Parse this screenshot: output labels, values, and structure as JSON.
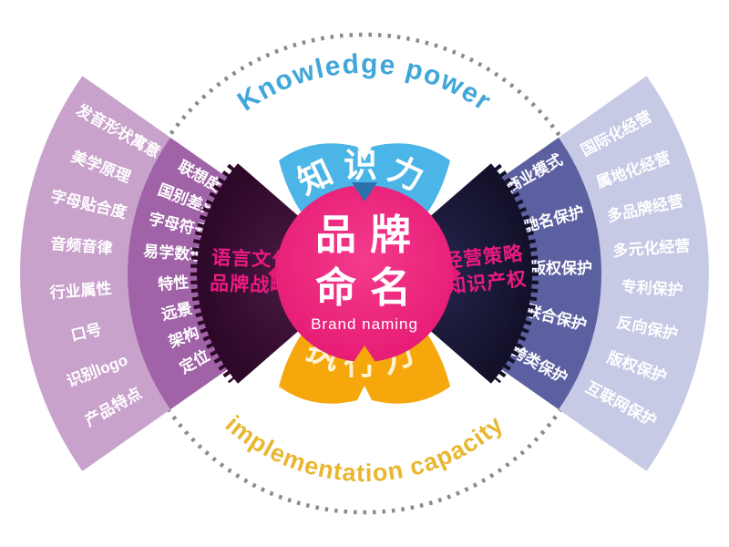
{
  "center": {
    "title_line1": "品牌",
    "title_line2": "命名",
    "subtitle": "Brand naming"
  },
  "fans": {
    "top_label": "知识力",
    "bottom_label": "执行力"
  },
  "arcs": {
    "top_label": "Knowledge power",
    "bottom_label": "implementation capacity"
  },
  "left_core": {
    "line1": "语言文化",
    "line2": "品牌战略"
  },
  "right_core": {
    "line1": "经营策略",
    "line2": "知识产权"
  },
  "left_middle_ring": {
    "items": [
      "联想度",
      "国别差异",
      "字母符号",
      "易学数理",
      "特性",
      "远景",
      "架构",
      "定位"
    ]
  },
  "left_outer_ring": {
    "items": [
      "发音形状寓意",
      "美学原理",
      "字母贴合度",
      "音频音律",
      "行业属性",
      "口号",
      "识别logo",
      "产品特点"
    ]
  },
  "right_middle_ring": {
    "items": [
      "商业模式",
      "驰名保护",
      "版权保护",
      "联合保护",
      "跨类保护"
    ]
  },
  "right_outer_ring": {
    "items": [
      "国际化经营",
      "属地化经营",
      "多品牌经营",
      "多元化经营",
      "专利保护",
      "反向保护",
      "版权保护",
      "互联网保护"
    ]
  },
  "colors": {
    "top_fan": "#4ab5e6",
    "bottom_fan": "#f6a70b",
    "center_circle": "#ea2079",
    "left_core_bg": "#330b2e",
    "right_core_bg": "#1a1938",
    "left_middle_ring": "#a063a7",
    "left_outer_ring": "#c9a2cc",
    "right_middle_ring": "#5c60a0",
    "right_outer_ring": "#c7cae5",
    "accent_pink_text": "#ed1a80",
    "arc_top_text": "#41a7d9",
    "arc_bottom_text": "#e9b62f",
    "dotted_circle": "#8a8a8a"
  }
}
